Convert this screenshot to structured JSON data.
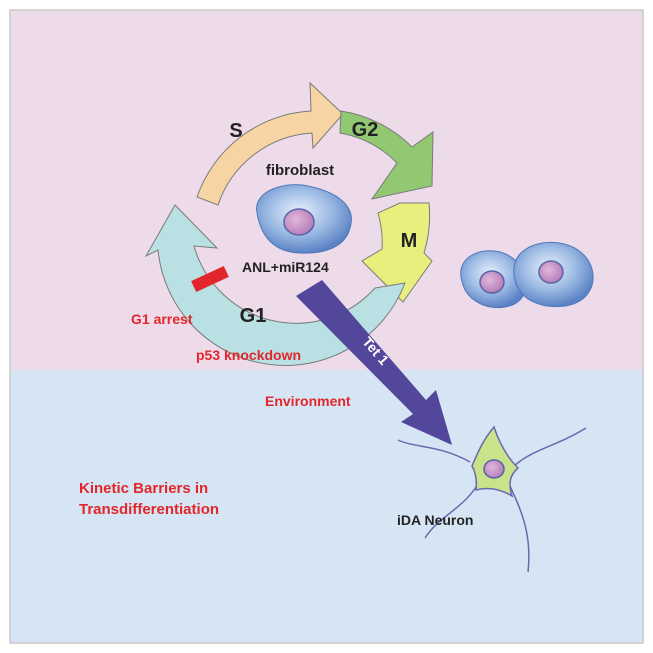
{
  "phases": {
    "s": "S",
    "g2": "G2",
    "m": "M",
    "g1": "G1"
  },
  "labels": {
    "fibroblast": "fibroblast",
    "anl_mir124": "ANL+miR124",
    "g1_arrest": "G1 arrest",
    "p53": "p53 knockdown",
    "tet1": "Tet 1",
    "environment": "Environment",
    "title_line1": "Kinetic Barriers in",
    "title_line2": "Transdifferentiation",
    "ida_neuron": "iDA Neuron"
  },
  "colors": {
    "top_panel": "#eedbe9",
    "bottom_panel": "#d6e5f4",
    "border": "#c9c9c9",
    "s_phase": "#f7d4a4",
    "g2_phase": "#92c872",
    "m_phase": "#e9ef7c",
    "g1_phase": "#b9e0e2",
    "red_label": "#e3262b",
    "tet_arrow": "#53479c",
    "neuron_body": "#c9e38a"
  }
}
